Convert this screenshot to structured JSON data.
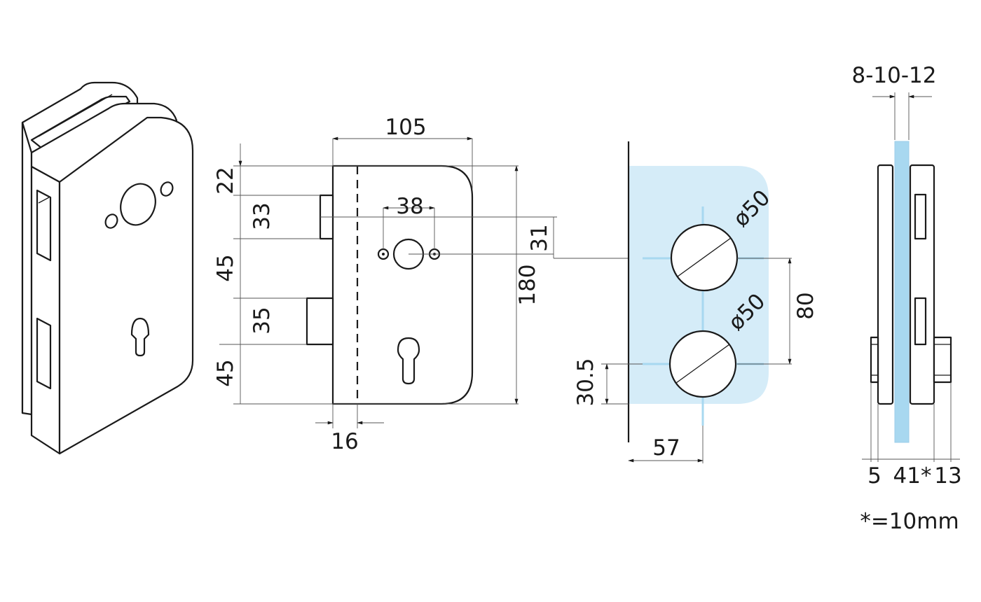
{
  "drawing": {
    "colors": {
      "line": "#1a1a1a",
      "glass": "#d5ecf8",
      "glass_edge": "#a8d8f0"
    },
    "front_view": {
      "width": "105",
      "height": "180",
      "top_offset": "22",
      "latch_height": "33",
      "gap_middle": "45",
      "bolt_height": "35",
      "bottom_offset": "45",
      "spindle_spacing": "38",
      "spindle_offset": "31",
      "edge_offset": "16"
    },
    "glass_view": {
      "hole_diameter_upper": "ø50",
      "hole_diameter_lower": "ø50",
      "hole_spacing": "80",
      "hole_bottom_offset": "30.5",
      "hole_edge_offset": "57"
    },
    "side_view": {
      "glass_thickness": "8-10-12",
      "left_depth": "5",
      "body_depth": "41*",
      "right_depth": "13",
      "footnote": "*=10mm"
    }
  }
}
